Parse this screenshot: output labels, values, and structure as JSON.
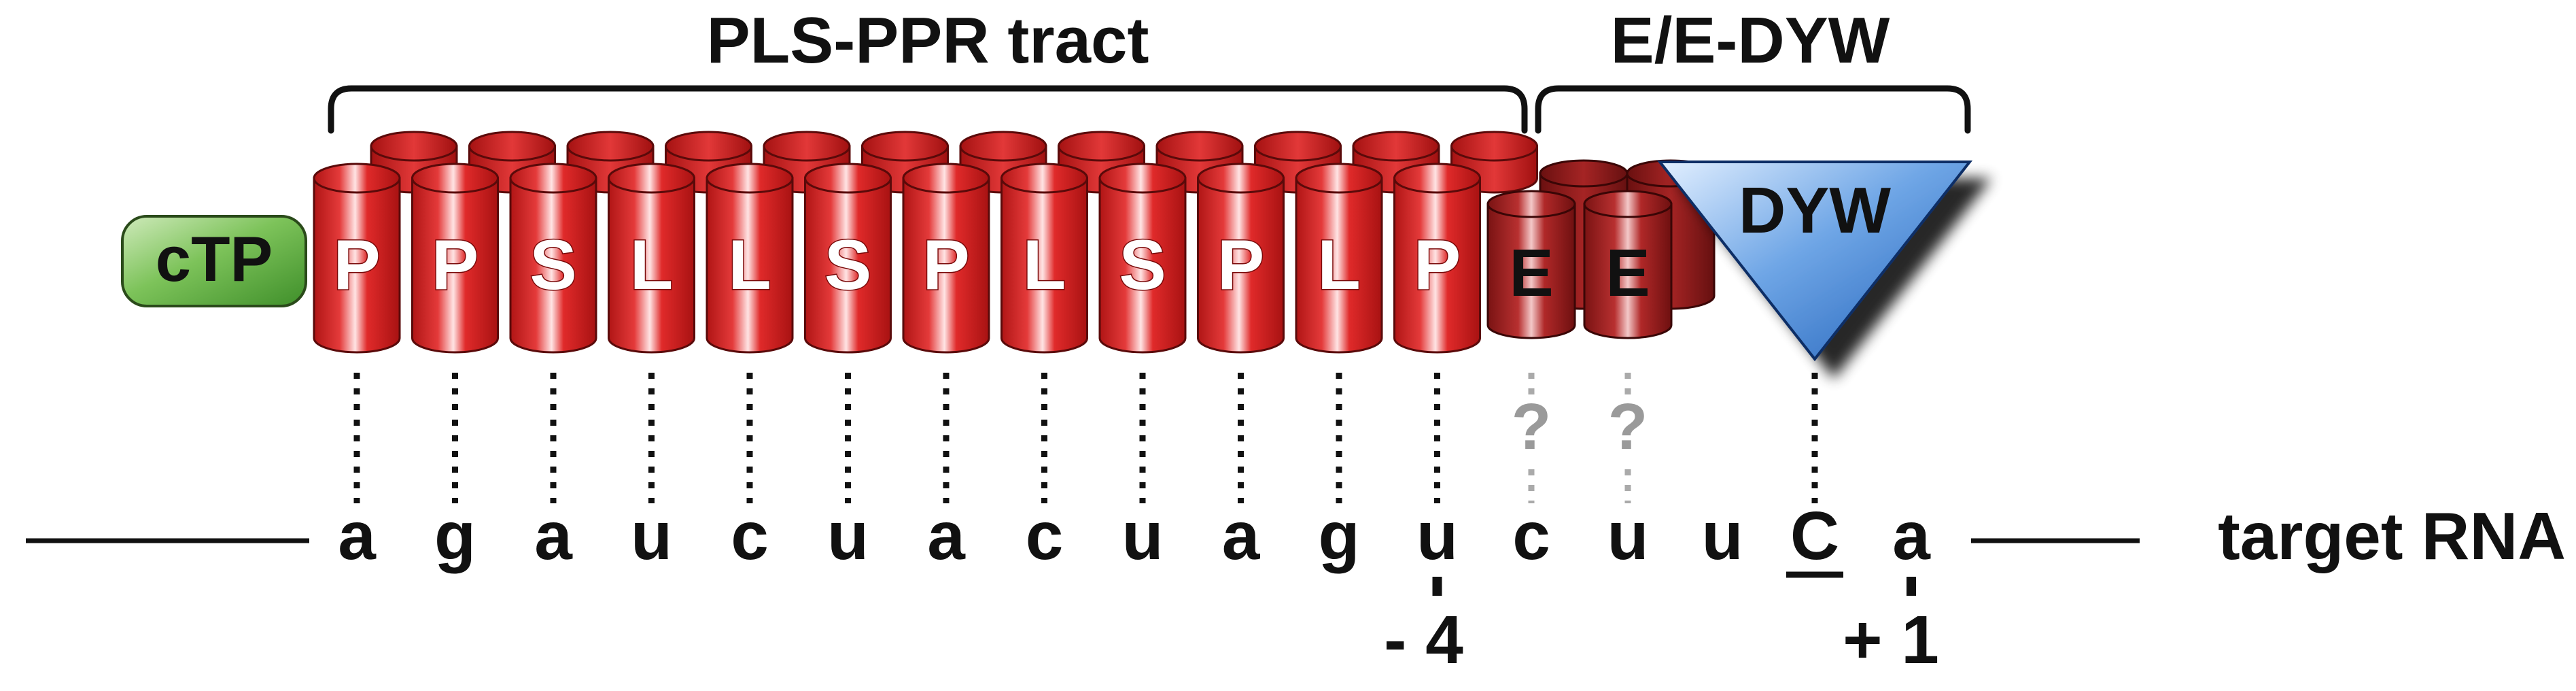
{
  "brackets": {
    "pls_label": "PLS-PPR tract",
    "e_label": "E/E-DYW"
  },
  "ctp_label": "cTP",
  "repeats": [
    {
      "label": "P",
      "type": "P"
    },
    {
      "label": "P",
      "type": "P"
    },
    {
      "label": "S",
      "type": "S"
    },
    {
      "label": "L",
      "type": "L"
    },
    {
      "label": "L",
      "type": "L"
    },
    {
      "label": "S",
      "type": "S"
    },
    {
      "label": "P",
      "type": "P"
    },
    {
      "label": "L",
      "type": "L"
    },
    {
      "label": "S",
      "type": "S"
    },
    {
      "label": "P",
      "type": "P"
    },
    {
      "label": "L",
      "type": "L"
    },
    {
      "label": "P",
      "type": "P"
    }
  ],
  "e_domains": [
    {
      "label": "E"
    },
    {
      "label": "E"
    }
  ],
  "dyw_label": "DYW",
  "unknown_marker": "?",
  "rna": {
    "bases": [
      "a",
      "g",
      "a",
      "u",
      "c",
      "u",
      "a",
      "c",
      "u",
      "a",
      "g",
      "u",
      "c",
      "u",
      "u",
      "C",
      "a"
    ],
    "edited_index": 15,
    "label": "target RNA",
    "position_minus": "- 4",
    "position_plus": "+ 1"
  },
  "colors": {
    "repeat_red": "#d42020",
    "e_dark_red": "#9a1c1c",
    "ctp_green": "#6fb84a",
    "dyw_blue": "#5b95d8",
    "line": "#111111",
    "question_gray": "#9a9a9a"
  }
}
